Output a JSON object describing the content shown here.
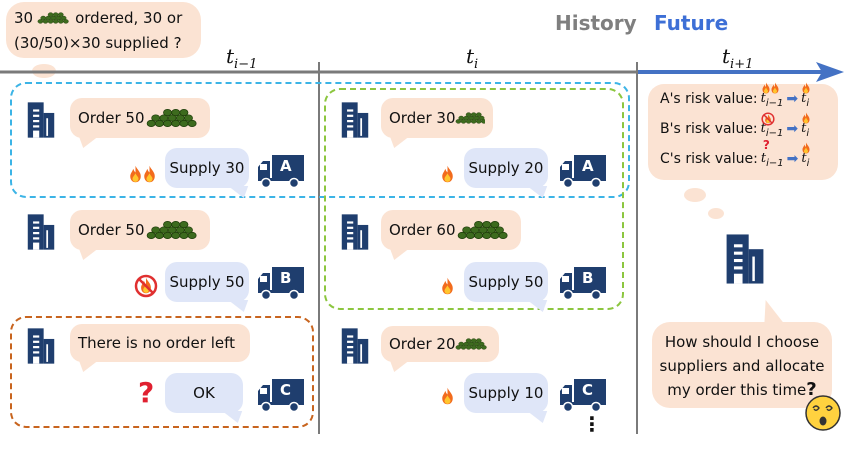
{
  "header": {
    "note_prefix": "30",
    "note_suffix": "ordered, 30 or",
    "note_line2": "(30/50)×30 supplied ?",
    "history_label": "History",
    "future_label": "Future",
    "t_prev": "t",
    "t_prev_sub": "i−1",
    "t_cur": "t",
    "t_cur_sub": "i",
    "t_next": "t",
    "t_next_sub": "i+1"
  },
  "history": {
    "a": {
      "order": "Order 50",
      "supply": "Supply 30",
      "truck": "A"
    },
    "b": {
      "order": "Order 50",
      "supply": "Supply 50",
      "truck": "B"
    },
    "c": {
      "order": "There is no order left",
      "supply": "OK",
      "truck": "C"
    }
  },
  "current": {
    "a": {
      "order": "Order 30",
      "supply": "Supply 20",
      "truck": "A"
    },
    "b": {
      "order": "Order 60",
      "supply": "Supply 50",
      "truck": "B"
    },
    "c": {
      "order": "Order 20",
      "supply": "Supply 10",
      "truck": "C"
    },
    "ellipsis": "⋮"
  },
  "future": {
    "risk_a": "A's risk value:",
    "risk_b": "B's risk value:",
    "risk_c": "C's risk value:",
    "t_prev": "t",
    "t_prev_sub": "i−1",
    "t_cur": "t",
    "t_cur_sub": "i",
    "question_line1": "How should I choose",
    "question_line2": "suppliers and allocate",
    "question_line3": "my order this time",
    "question_mark": "?"
  },
  "colors": {
    "history": "#7f7f7f",
    "future": "#3d6fd6",
    "timeline": "#7a7a7a",
    "arrow": "#4472c4",
    "building": "#1f3e6e",
    "truck": "#1f3e6e",
    "blue_dash": "#3cb4e6",
    "green_dash": "#8cc63f",
    "orange_dash": "#c8641e",
    "order_bubble": "#fbe3d3",
    "supply_bubble": "#dfe6f8",
    "fire": "#f26b1d",
    "ban": "#e03030",
    "question": "#e02030"
  }
}
